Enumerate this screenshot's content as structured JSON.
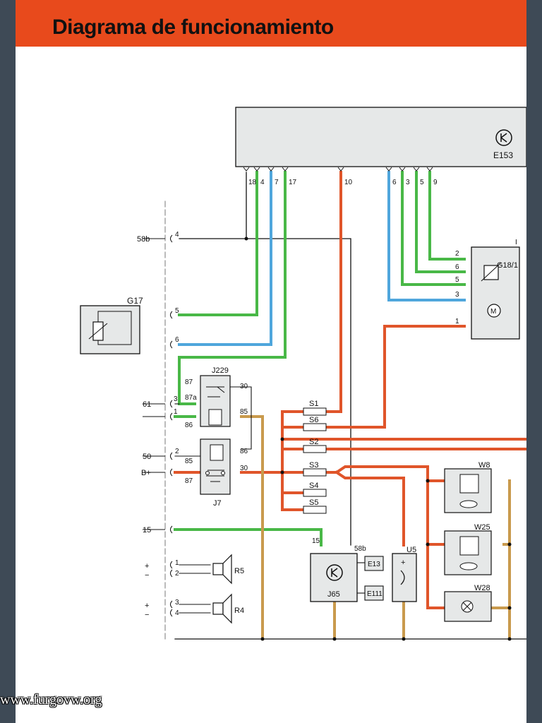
{
  "title": "Diagrama de funcionamiento",
  "watermark": "www.furgovw.org",
  "colors": {
    "banner": "#e84a1c",
    "wire_green": "#49b847",
    "wire_blue": "#4fa6dc",
    "wire_red": "#e0552a",
    "wire_brown": "#c99a4d",
    "component_fill": "#e6e8e8"
  },
  "components": {
    "e153": "E153",
    "g17": "G17",
    "g18_1": "G18/1",
    "g18_corner": "I",
    "j229": "J229",
    "j7": "J7",
    "j65": "J65",
    "e13": "E13",
    "e111": "E111",
    "u5": "U5",
    "r5": "R5",
    "r4": "R4",
    "w8": "W8",
    "w25": "W25",
    "w28": "W28",
    "s1": "S1",
    "s6": "S6",
    "s2": "S2",
    "s3": "S3",
    "s4": "S4",
    "s5": "S5"
  },
  "terminals": {
    "t58b": "58b",
    "t61": "61",
    "t50": "50",
    "tbplus": "B+",
    "t15": "15",
    "e153_18": "18",
    "e153_4": "4",
    "e153_7": "7",
    "e153_17": "17",
    "e153_10": "10",
    "e153_6": "6",
    "e153_3": "3",
    "e153_5": "5",
    "e153_9": "9",
    "conn_4": "4",
    "conn_5": "5",
    "conn_6": "6",
    "conn_3": "3",
    "conn_1": "1",
    "conn_2": "2",
    "g18_2": "2",
    "g18_6": "6",
    "g18_5": "5",
    "g18_3": "3",
    "g18_1pin": "1",
    "j229_87": "87",
    "j229_87a": "87a",
    "j229_86": "86",
    "j229_30": "30",
    "j229_85": "85",
    "j7_85": "85",
    "j7_87": "87",
    "j7_86": "86",
    "j7_30": "30",
    "j65_15": "15",
    "j65_58b": "58b",
    "plus": "+",
    "minus": "−",
    "spk1": "1",
    "spk2": "2",
    "spk3": "3",
    "spk4": "4"
  }
}
